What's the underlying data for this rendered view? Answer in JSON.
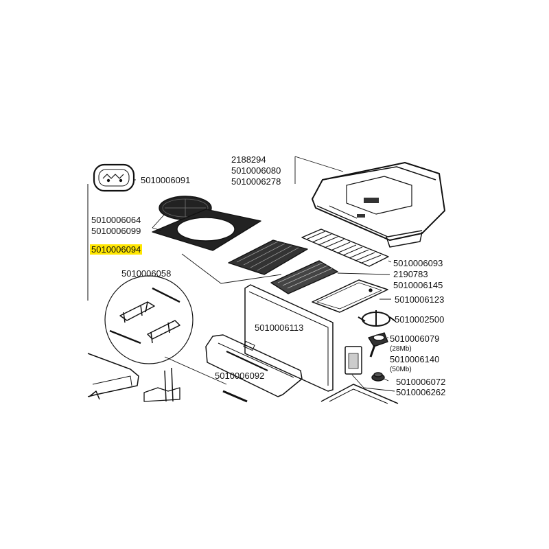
{
  "colors": {
    "highlight": "#ffe600",
    "line": "#111111",
    "background": "#ffffff"
  },
  "labels": {
    "p_5010006091": "5010006091",
    "p_5010006064": "5010006064",
    "p_5010006099": "5010006099",
    "p_5010006094": "5010006094",
    "p_5010006058": "5010006058",
    "p_2188294": "2188294",
    "p_5010006080": "5010006080",
    "p_5010006278": "5010006278",
    "p_5010006093": "5010006093",
    "p_2190783": "2190783",
    "p_5010006145": "5010006145",
    "p_5010006123": "5010006123",
    "p_5010002500": "5010002500",
    "p_5010006079": "5010006079",
    "note_28mb": "(28Mb)",
    "p_5010006140": "5010006140",
    "note_50mb": "(50Mb)",
    "p_5010006072": "5010006072",
    "p_5010006262": "5010006262",
    "p_5010006113": "5010006113",
    "p_5010006092": "5010006092"
  },
  "highlighted_part": "5010006094"
}
